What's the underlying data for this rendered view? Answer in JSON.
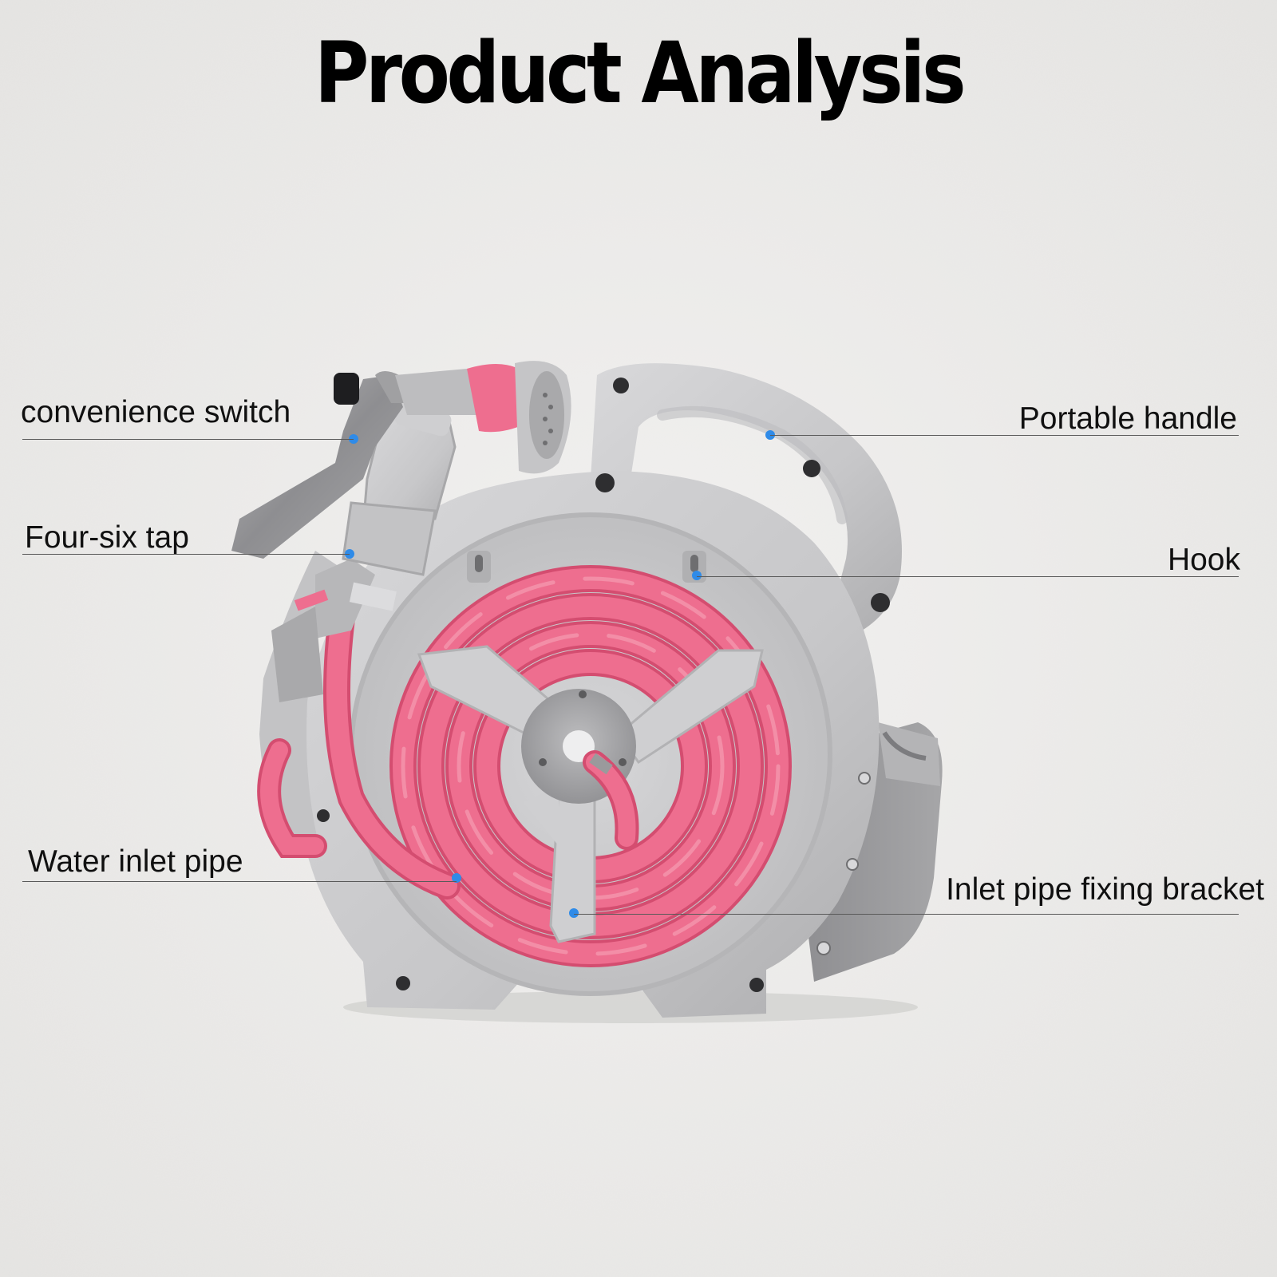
{
  "title": "Product Analysis",
  "callouts": {
    "convenience_switch": "convenience switch",
    "four_six_tap": "Four-six tap",
    "water_inlet_pipe": "Water inlet pipe",
    "portable_handle": "Portable handle",
    "hook": "Hook",
    "inlet_pipe_fixing_bracket": "Inlet pipe fixing bracket"
  },
  "colors": {
    "background": "#ecebea",
    "reel_gray": "#c9c9cb",
    "reel_gray_dark": "#a9a9ab",
    "hose_pink": "#ee6e8f",
    "hose_pink_dark": "#d44d70",
    "pointer_dot": "#2f8be8",
    "title": "#000000"
  },
  "icons": {
    "pointer": "blue-dot-icon",
    "screw": "screw-icon"
  }
}
